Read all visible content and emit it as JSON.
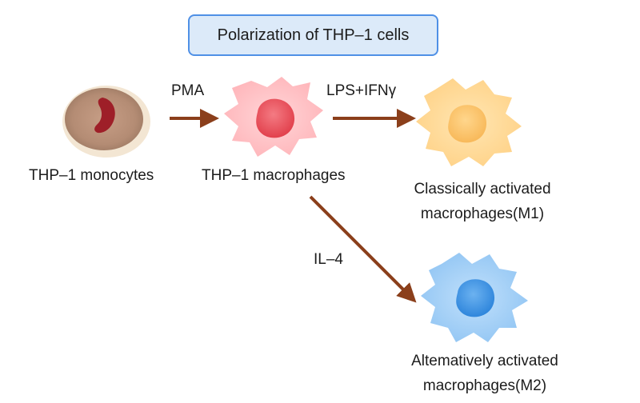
{
  "title": "Polarization of THP–1 cells",
  "cells": {
    "monocyte": {
      "label": "THP–1 monocytes",
      "body_color": "#f1e3cf",
      "rim_color": "#a8826a",
      "nucleus_color": "#a0222a"
    },
    "macrophage": {
      "label": "THP–1 macrophages",
      "body_color": "#ffc6c9",
      "nucleus_color": "#e7525c"
    },
    "m1": {
      "label_line1": "Classically activated",
      "label_line2": "macrophages(M1)",
      "body_color": "#ffdc97",
      "nucleus_color": "#ffc870"
    },
    "m2": {
      "label_line1": "Altematively activated",
      "label_line2": "macrophages(M2)",
      "body_color": "#a6d1f7",
      "nucleus_color": "#4a9be8"
    }
  },
  "arrows": {
    "pma": "PMA",
    "lps": "LPS+IFNγ",
    "il4": "IL–4",
    "color": "#8b3f1b"
  },
  "title_box": {
    "fill": "#dceaf9",
    "border": "#4f90e6"
  }
}
